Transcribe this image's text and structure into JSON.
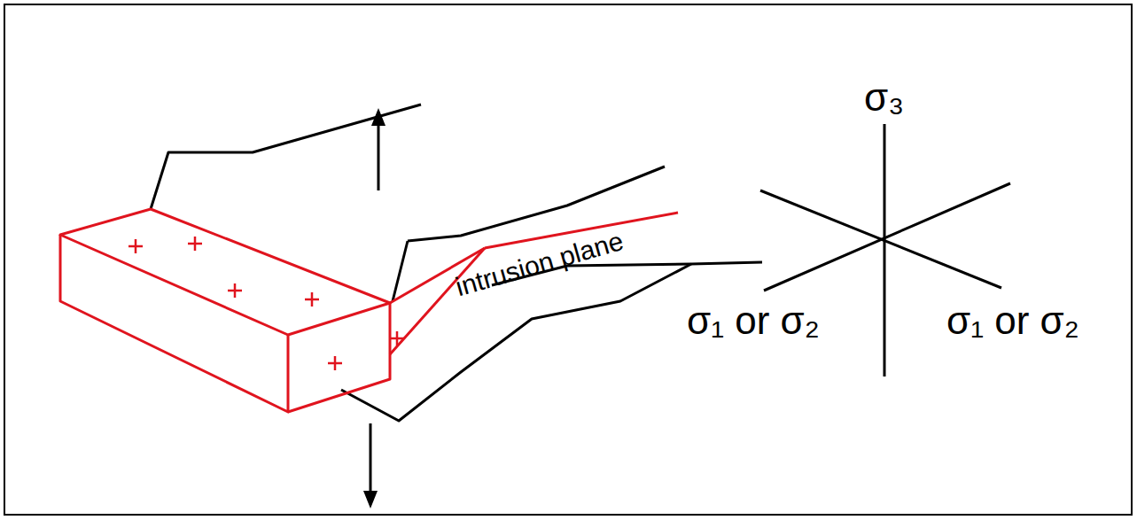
{
  "diagram": {
    "labels": [
      "intrusion plane",
      "σ₃",
      "σ₁ or σ₂",
      "σ₁ or σ₂"
    ]
  }
}
